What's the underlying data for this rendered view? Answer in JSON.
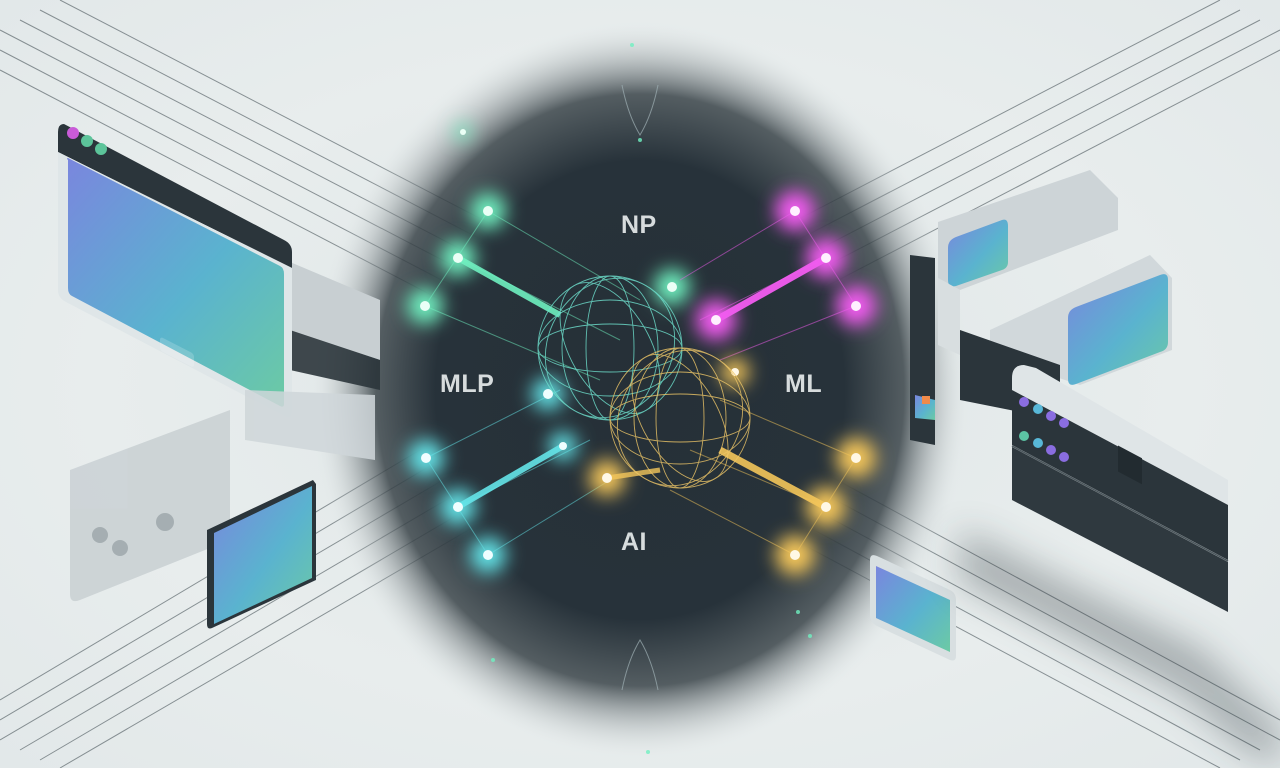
{
  "illustration": {
    "labels": {
      "top": "NP",
      "left": "MLP",
      "right": "ML",
      "bottom": "AI"
    },
    "colors": {
      "background": "#e3e9ea",
      "core_dark": "#273238",
      "node_green": "#6ff0c0",
      "node_cyan": "#64e4e8",
      "node_magenta": "#f25cf0",
      "node_yellow": "#f4c65a",
      "gradient_start": "#7a86de",
      "gradient_end": "#6ccaa4",
      "server_dark": "#2b353b",
      "server_light": "#cfd6d8"
    },
    "window_dots": [
      "#c95bd8",
      "#5cc49a",
      "#5cc49a"
    ],
    "server_leds": [
      [
        "#8a6de0",
        "#58b8d8",
        "#8a6de0",
        "#8a6de0"
      ],
      [
        "#5cc4a4",
        "#58b8d8",
        "#8a6de0",
        "#8a6de0"
      ]
    ]
  }
}
